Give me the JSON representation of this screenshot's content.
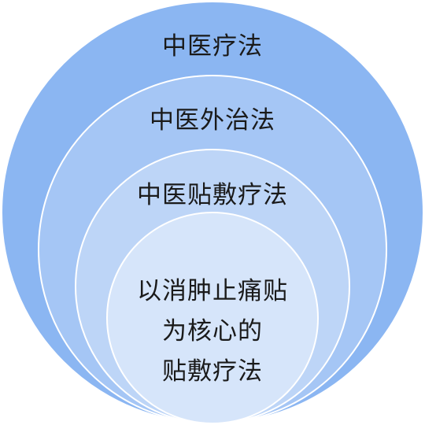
{
  "layers": [
    {
      "label": "中医疗法",
      "color": "#8bb6f2"
    },
    {
      "label": "中医外治法",
      "color": "#a5c6f5"
    },
    {
      "label": "中医贴敷疗法",
      "color": "#bdd5f7"
    },
    {
      "lines": [
        "以消肿止痛贴",
        "为核心的",
        "贴敷疗法"
      ],
      "color": "#d6e5fa"
    }
  ],
  "stroke_color": "#ffffff"
}
